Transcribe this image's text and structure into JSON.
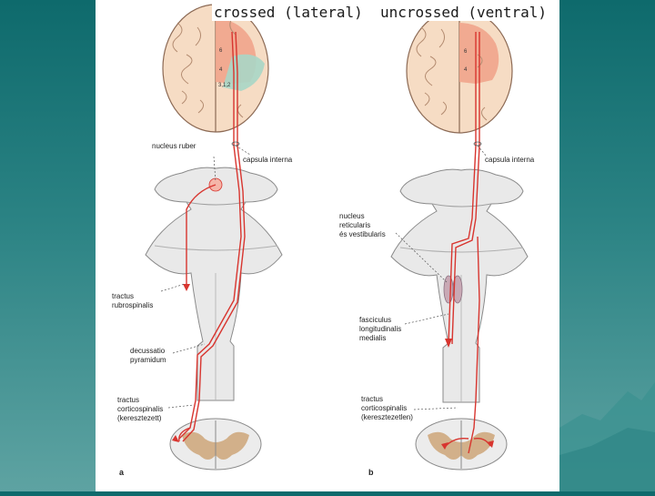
{
  "titles": {
    "left": "crossed (lateral)",
    "right": "uncrossed (ventral)"
  },
  "left_panel": {
    "label_letter": "a",
    "cortex_areas": [
      "6",
      "4",
      "3,1,2"
    ],
    "labels": {
      "nucleus_ruber": "nucleus ruber",
      "capsula_interna": "capsula interna",
      "tractus_rubro_1": "tractus",
      "tractus_rubro_2": "rubrospinalis",
      "decussatio_1": "decussatio",
      "decussatio_2": "pyramidum",
      "tractus_cs_1": "tractus",
      "tractus_cs_2": "corticospinalis",
      "tractus_cs_3": "(keresztezett)"
    }
  },
  "right_panel": {
    "label_letter": "b",
    "cortex_areas": [
      "6",
      "4"
    ],
    "labels": {
      "capsula_interna": "capsula interna",
      "nucleus_1": "nucleus",
      "nucleus_2": "reticularis",
      "nucleus_3": "és vestibularis",
      "fasciculus_1": "fasciculus",
      "fasciculus_2": "longitudinalis",
      "fasciculus_3": "medialis",
      "tractus_cs_1": "tractus",
      "tractus_cs_2": "corticospinalis",
      "tractus_cs_3": "(keresztezetlen)"
    }
  },
  "colors": {
    "tract_red": "#d8352f",
    "cortex_salmon": "#f1a48c",
    "cortex_teal": "#a9d6c6",
    "brain_tan": "#f6dcc4",
    "brainstem_gray": "#e9e9e9"
  }
}
